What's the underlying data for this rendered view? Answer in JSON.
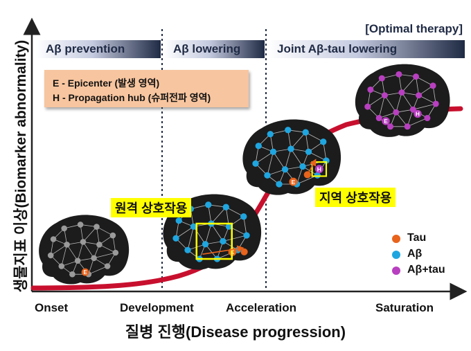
{
  "phases": [
    {
      "label": "Aβ prevention"
    },
    {
      "label": "Aβ lowering"
    },
    {
      "label": "Joint Aβ-tau lowering"
    }
  ],
  "optimal_therapy": "[Optimal therapy]",
  "definitions": {
    "epicenter": "E - Epicenter (발생 영역)",
    "hub": "H - Propagation hub (슈퍼전파 영역)"
  },
  "stages": [
    "Onset",
    "Development",
    "Acceleration",
    "Saturation"
  ],
  "x_axis_title": "질병 진행(Disease progression)",
  "y_axis_title": "생물지표 이상(Biomarker abnormality)",
  "callouts": {
    "remote": "원격 상호작용",
    "local": "지역 상호작용"
  },
  "legend": [
    {
      "label": "Tau",
      "color": "#e8631c"
    },
    {
      "label": "Aβ",
      "color": "#1fa6e0"
    },
    {
      "label": "Aβ+tau",
      "color": "#b83fc0"
    }
  ],
  "node_markers": {
    "e": "E",
    "h": "H"
  },
  "colors": {
    "curve": "#c8102e",
    "brain": "#1c1c1c",
    "gray_node": "#9a9a9a",
    "edge": "#bbbbbb"
  }
}
